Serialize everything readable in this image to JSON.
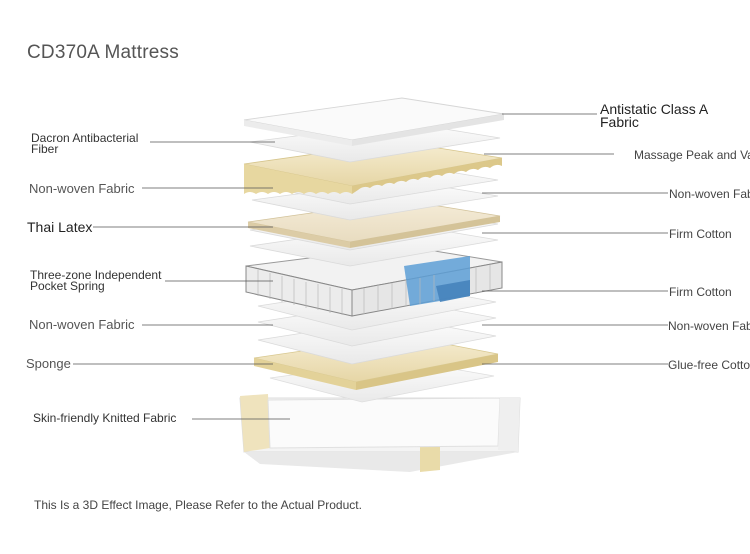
{
  "title": "CD370A Mattress",
  "left_labels": [
    {
      "line1": "Dacron Antibacterial",
      "line2": "Fiber"
    },
    {
      "line1": "Non-woven Fabric"
    },
    {
      "line1": "Thai Latex"
    },
    {
      "line1": "Three-zone Independent",
      "line2": "Pocket Spring"
    },
    {
      "line1": "Non-woven Fabric"
    },
    {
      "line1": "Sponge"
    },
    {
      "line1": "Skin-friendly Knitted Fabric"
    }
  ],
  "right_labels": [
    {
      "line1": "Antistatic Class A",
      "line2": "Fabric"
    },
    {
      "line1": "Massage Peak and Va"
    },
    {
      "line1": "Non-woven Fab"
    },
    {
      "line1": "Firm Cotton"
    },
    {
      "line1": "Firm Cotton"
    },
    {
      "line1": "Non-woven Fab"
    },
    {
      "line1": "Glue-free Cotto"
    }
  ],
  "footer": "This Is a 3D Effect Image, Please Refer to the Actual Product.",
  "colors": {
    "white_layer": "#f7f7f7",
    "cream_layer": "#f1e6c4",
    "spring_accent": "#5d9fd6",
    "leader_line": "#555555",
    "frame_trim": "#e3cf96"
  }
}
